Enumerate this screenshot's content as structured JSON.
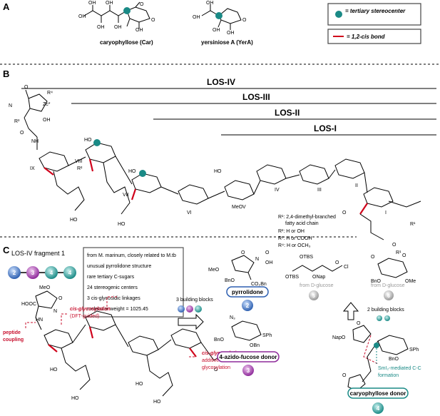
{
  "section_a": {
    "label": "A",
    "caryophyllose": "caryophyllose (Car)",
    "yersiniose": "yersiniose A (YerA)",
    "legend_tertiary": "= tertiary stereocenter",
    "legend_cis": "= 1,2-cis bond",
    "colors": {
      "teal": "#1a8a86",
      "red": "#d0021b"
    }
  },
  "section_b": {
    "label": "B",
    "los": [
      "LOS-IV",
      "LOS-III",
      "LOS-II",
      "LOS-I"
    ],
    "ring_labels": [
      "IX",
      "VIII",
      "VII",
      "VI",
      "V",
      "IV",
      "III",
      "II",
      "I"
    ],
    "r_groups": [
      "R¹: 2,4-dimethyl-branched",
      "fatty acid chain",
      "R²: H or OH",
      "R³: H or COOH",
      "R⁴: H or OCH₃"
    ]
  },
  "section_c": {
    "label": "C",
    "fragment_title": "LOS-IV fragment 1",
    "chain_nodes": [
      "2",
      "3",
      "4",
      "4"
    ],
    "features": [
      "from M. marinum, closely related to M.tb",
      "unusual pyrrolidone structure",
      "rare tertiary C-sugars",
      "24 stereogenic centers",
      "3 cis-glycosidic linkages",
      "molecular weight = 1025.45"
    ],
    "annotations": {
      "peptide": [
        "peptide",
        "coupling"
      ],
      "cis1": [
        "cis-glycosylation",
        "(DFT-guided)"
      ],
      "cis2": [
        "cis-glycosylation",
        "additive-based",
        "glycosylation"
      ],
      "smi2": [
        "SmI₂-mediated C-C",
        "formation"
      ]
    },
    "building_blocks_3": "3 building blocks",
    "building_blocks_2": "2 building blocks",
    "pyrrolidone": "pyrrolidone",
    "fucose_donor": "4-azido-fucose donor",
    "caryophyllose_donor": "caryophyllose donor",
    "from_glucose": "from D-glucose",
    "numbers": [
      "2",
      "3",
      "4",
      "5",
      "6"
    ]
  }
}
